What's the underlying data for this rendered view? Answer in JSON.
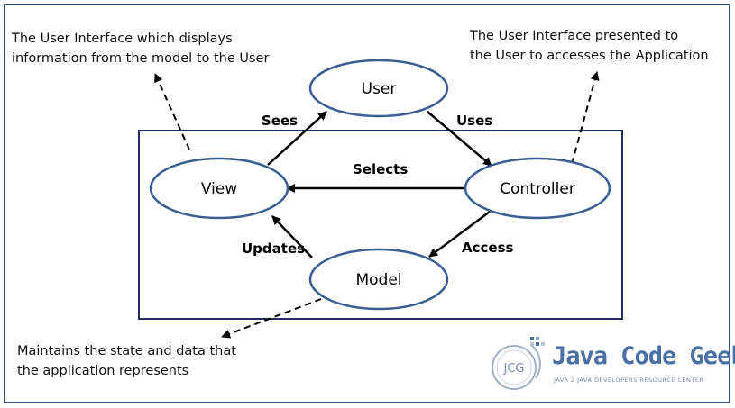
{
  "nodes": {
    "user": "User",
    "view": "View",
    "controller": "Controller",
    "model": "Model"
  },
  "edges": {
    "sees": "Sees",
    "uses": "Uses",
    "selects": "Selects",
    "updates": "Updates",
    "access": "Access"
  },
  "notes": {
    "view_note_line1": "The User Interface which displays",
    "view_note_line2": "information from the model to the User",
    "controller_note_line1": "The User Interface presented to",
    "controller_note_line2": "the User to accesses the Application",
    "model_note_line1": "Maintains the state and data that",
    "model_note_line2": "the application represents"
  },
  "logo": {
    "initials": "JCG",
    "brand": "Java Code Geeks",
    "tagline": "JAVA 2 JAVA DEVELOPERS RESOURCE CENTER"
  },
  "colors": {
    "frame": "#3a4f73",
    "box": "#1f2f5c",
    "ellipse_stroke": "#3b5e91",
    "arrow": "#000000"
  }
}
